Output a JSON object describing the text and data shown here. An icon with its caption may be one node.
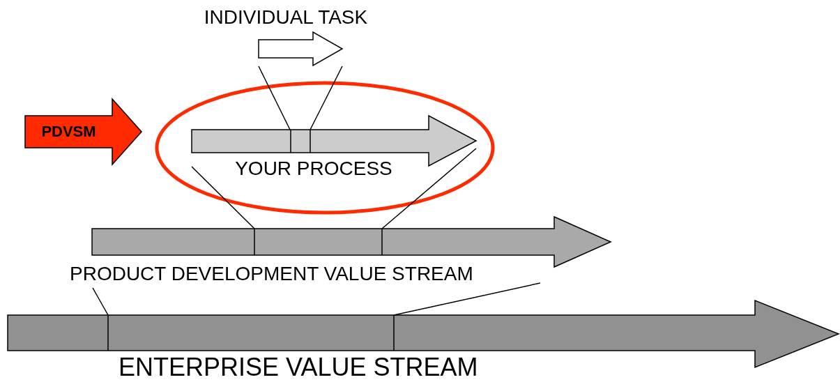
{
  "diagram": {
    "nodes": [
      {
        "text": [
          "INDIVIDUAL TASK"
        ]
      },
      {
        "text": [
          "PDVSM"
        ]
      },
      {
        "text": [],
        "shape": "circle"
      },
      {
        "text": [
          "YOUR PROCESS"
        ],
        "in": 2
      },
      {
        "text": [
          "PRODUCT DEVELOPMENT VALUE STREAM"
        ]
      },
      {
        "text": [
          "ENTERPRISE VALUE STREAM"
        ]
      }
    ],
    "edges": [
      {
        "from": 0,
        "to": 3,
        "arrow": "none"
      },
      {
        "from": 0,
        "to": 3,
        "arrow": "none"
      },
      {
        "from": 3,
        "to": 4,
        "arrow": "none"
      },
      {
        "from": 3,
        "to": 4,
        "arrow": "none"
      },
      {
        "from": 4,
        "to": 5,
        "arrow": "none"
      },
      {
        "from": 4,
        "to": 5,
        "arrow": "none"
      }
    ]
  }
}
